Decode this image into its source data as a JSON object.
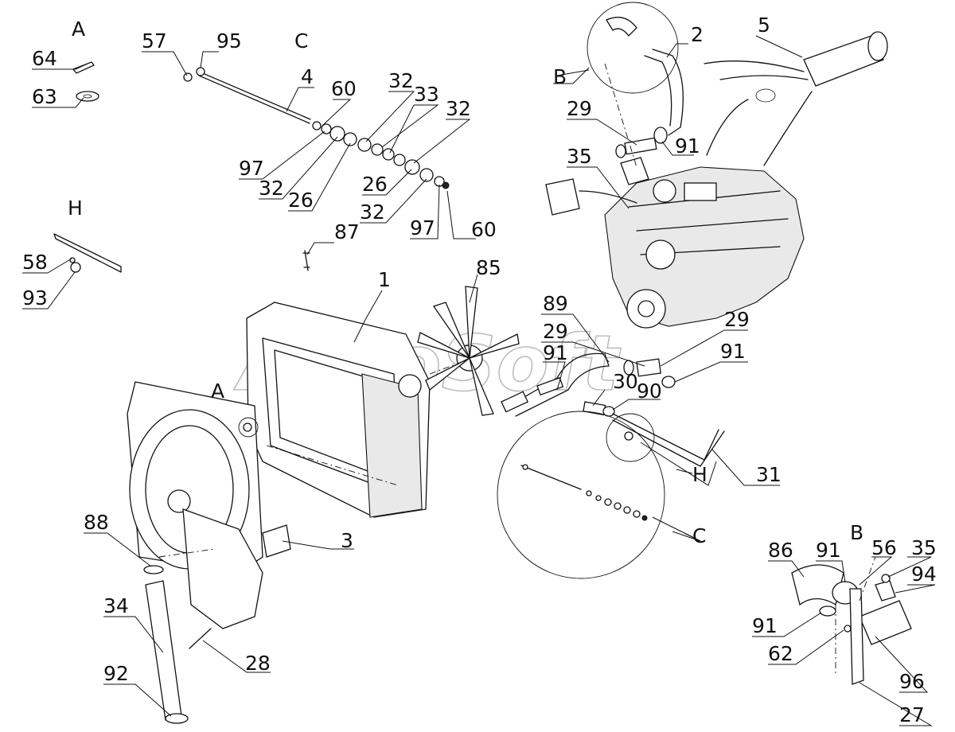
{
  "watermark": "AutoSoft",
  "callouts": [
    {
      "id": "c-64",
      "text": "64"
    },
    {
      "id": "c-63",
      "text": "63"
    },
    {
      "id": "c-57",
      "text": "57"
    },
    {
      "id": "c-95",
      "text": "95"
    },
    {
      "id": "c-4",
      "text": "4"
    },
    {
      "id": "c-60a",
      "text": "60"
    },
    {
      "id": "c-32a",
      "text": "32"
    },
    {
      "id": "c-33",
      "text": "33"
    },
    {
      "id": "c-32b",
      "text": "32"
    },
    {
      "id": "c-97a",
      "text": "97"
    },
    {
      "id": "c-32c",
      "text": "32"
    },
    {
      "id": "c-26a",
      "text": "26"
    },
    {
      "id": "c-26b",
      "text": "26"
    },
    {
      "id": "c-32d",
      "text": "32"
    },
    {
      "id": "c-97b",
      "text": "97"
    },
    {
      "id": "c-60b",
      "text": "60"
    },
    {
      "id": "c-58",
      "text": "58"
    },
    {
      "id": "c-93",
      "text": "93"
    },
    {
      "id": "c-87",
      "text": "87"
    },
    {
      "id": "c-2",
      "text": "2"
    },
    {
      "id": "c-5",
      "text": "5"
    },
    {
      "id": "c-29a",
      "text": "29"
    },
    {
      "id": "c-91a",
      "text": "91"
    },
    {
      "id": "c-35a",
      "text": "35"
    },
    {
      "id": "c-1",
      "text": "1"
    },
    {
      "id": "c-85",
      "text": "85"
    },
    {
      "id": "c-89",
      "text": "89"
    },
    {
      "id": "c-29b",
      "text": "29"
    },
    {
      "id": "c-91b",
      "text": "91"
    },
    {
      "id": "c-29c",
      "text": "29"
    },
    {
      "id": "c-91c",
      "text": "91"
    },
    {
      "id": "c-30",
      "text": "30"
    },
    {
      "id": "c-90",
      "text": "90"
    },
    {
      "id": "c-31",
      "text": "31"
    },
    {
      "id": "c-3",
      "text": "3"
    },
    {
      "id": "c-88",
      "text": "88"
    },
    {
      "id": "c-34",
      "text": "34"
    },
    {
      "id": "c-28",
      "text": "28"
    },
    {
      "id": "c-92",
      "text": "92"
    },
    {
      "id": "c-86",
      "text": "86"
    },
    {
      "id": "c-91d",
      "text": "91"
    },
    {
      "id": "c-56",
      "text": "56"
    },
    {
      "id": "c-35b",
      "text": "35"
    },
    {
      "id": "c-94",
      "text": "94"
    },
    {
      "id": "c-91e",
      "text": "91"
    },
    {
      "id": "c-62",
      "text": "62"
    },
    {
      "id": "c-96",
      "text": "96"
    },
    {
      "id": "c-27",
      "text": "27"
    }
  ],
  "section_labels": [
    {
      "id": "s-A1",
      "text": "A"
    },
    {
      "id": "s-C1",
      "text": "C"
    },
    {
      "id": "s-H1",
      "text": "H"
    },
    {
      "id": "s-B1",
      "text": "B"
    },
    {
      "id": "s-A2",
      "text": "A"
    },
    {
      "id": "s-H2",
      "text": "H"
    },
    {
      "id": "s-C2",
      "text": "C"
    },
    {
      "id": "s-B2",
      "text": "B"
    }
  ]
}
